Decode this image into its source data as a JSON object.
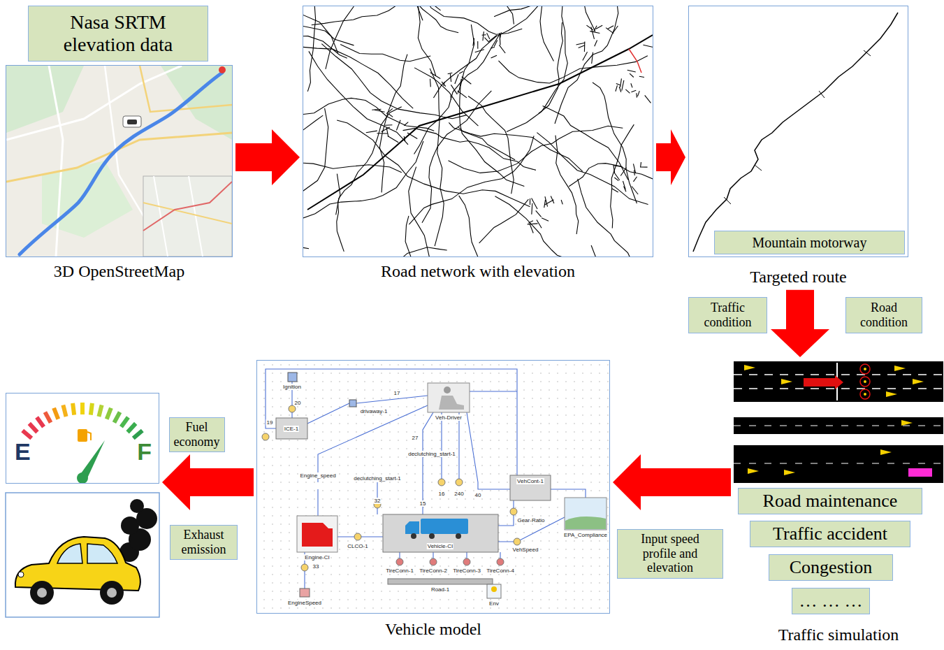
{
  "diagram": {
    "nodes": [
      {
        "text": [
          "Nasa SRTM elevation data"
        ]
      },
      {
        "text": [
          "3D OpenStreetMap"
        ]
      },
      {
        "text": [
          "Road network with elevation"
        ]
      },
      {
        "text": [
          "Targeted route"
        ]
      },
      {
        "text": [
          "Mountain motorway"
        ],
        "in": 3
      },
      {
        "text": [
          "Traffic condition"
        ]
      },
      {
        "text": [
          "Road condition"
        ]
      },
      {
        "text": [
          "Traffic simulation"
        ]
      },
      {
        "text": [
          "Road maintenance"
        ],
        "in": 7
      },
      {
        "text": [
          "Traffic accident"
        ],
        "in": 7
      },
      {
        "text": [
          "Congestion"
        ],
        "in": 7
      },
      {
        "text": [
          "… … …"
        ],
        "in": 7
      },
      {
        "text": [
          "Input speed profile and elevation"
        ]
      },
      {
        "text": [
          "Vehicle model"
        ]
      },
      {
        "text": [
          "E",
          "F"
        ]
      },
      {
        "text": [
          "Fuel economy"
        ]
      },
      {
        "text": [
          "Exhaust emission"
        ]
      }
    ],
    "edges": [
      {
        "from": 1,
        "to": 2,
        "arrow": "to"
      },
      {
        "from": 2,
        "to": 3,
        "arrow": "to"
      },
      {
        "from": 3,
        "to": 7,
        "arrow": "to"
      },
      {
        "from": 7,
        "to": 13,
        "arrow": "to"
      },
      {
        "from": 13,
        "to": 14,
        "arrow": "to"
      }
    ],
    "labels": [
      "Ignition",
      "20",
      "19",
      "ICE-1",
      "drivaway-1",
      "17",
      "Veh-Driver",
      "27",
      "declutching_start-1",
      "Engine_speed",
      "declutching_start-1",
      "16",
      "240",
      "40",
      "32",
      "15",
      "VehCont-1",
      "Engine-CI",
      "CLCO-1",
      "Vehicle-CI",
      "Gear-Ratio",
      "VehSpeed",
      "EPA_Compliance",
      "TireConn-1",
      "TireConn-2",
      "TireConn-3",
      "TireConn-4",
      "Road-1",
      "Env",
      "EngineSpeed",
      "33"
    ]
  }
}
